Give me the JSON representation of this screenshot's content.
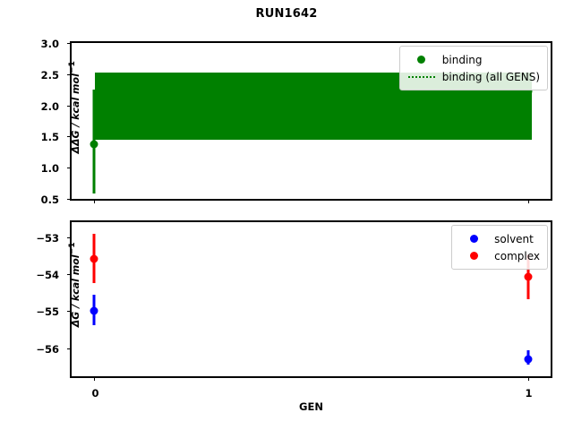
{
  "figure": {
    "title": "RUN1642",
    "xlabel": "GEN",
    "background": "#ffffff"
  },
  "colors": {
    "binding": "#008000",
    "solvent": "#0000ff",
    "complex": "#ff0000",
    "axis": "#000000"
  },
  "top_panel": {
    "ylabel_main": "ΔΔG / kcal mol",
    "ylabel_exp": "−1",
    "yticklabels": [
      "3.0",
      "2.5",
      "2.0",
      "1.5",
      "1.0",
      "0.5"
    ],
    "xticklabels": [
      "0",
      "1"
    ],
    "legend": {
      "items": [
        {
          "label": "binding",
          "marker": "circle",
          "color": "#008000"
        },
        {
          "label": "binding (all GENS)",
          "marker": "dotted-line",
          "color": "#008000"
        }
      ]
    }
  },
  "bottom_panel": {
    "ylabel_main": "ΔG / kcal mol",
    "ylabel_exp": "−1",
    "yticklabels": [
      "−53",
      "−54",
      "−55",
      "−56"
    ],
    "xticklabels": [
      "0",
      "1"
    ],
    "legend": {
      "items": [
        {
          "label": "solvent",
          "marker": "circle",
          "color": "#0000ff"
        },
        {
          "label": "complex",
          "marker": "circle",
          "color": "#ff0000"
        }
      ]
    }
  },
  "chart_data": [
    {
      "type": "scatter",
      "panel": "top",
      "title": "RUN1642",
      "xlabel": "GEN",
      "ylabel": "ΔΔG / kcal mol⁻¹",
      "xlim": [
        -0.05,
        1.05
      ],
      "ylim": [
        0.5,
        3.0
      ],
      "yticks": [
        0.5,
        1.0,
        1.5,
        2.0,
        2.5,
        3.0
      ],
      "xticks": [
        0,
        1
      ],
      "grid": false,
      "legend_position": "upper right",
      "series": [
        {
          "name": "binding",
          "color": "#008000",
          "marker": "o",
          "x": [
            0,
            1
          ],
          "values": [
            1.38,
            2.22
          ],
          "yerr_low": [
            0.8,
            0.0
          ],
          "yerr_high": [
            0.87,
            0.0
          ]
        },
        {
          "name": "binding (all GENS)",
          "color": "#008000",
          "linestyle": "dotted",
          "description": "dense overlay of many dotted horizontal lines spanning all GENS, forming a filled band",
          "band_x": [
            0.02,
            1.0
          ],
          "band_y_low": 1.45,
          "band_y_high": 2.53
        }
      ]
    },
    {
      "type": "scatter",
      "panel": "bottom",
      "xlabel": "GEN",
      "ylabel": "ΔG / kcal mol⁻¹",
      "xlim": [
        -0.05,
        1.05
      ],
      "ylim": [
        -56.75,
        -52.6
      ],
      "yticks": [
        -56,
        -55,
        -54,
        -53
      ],
      "xticks": [
        0,
        1
      ],
      "grid": false,
      "legend_position": "upper right",
      "series": [
        {
          "name": "solvent",
          "color": "#0000ff",
          "marker": "o",
          "x": [
            0,
            1
          ],
          "values": [
            -54.98,
            -56.28
          ],
          "yerr_low": [
            0.4,
            0.17
          ],
          "yerr_high": [
            0.43,
            0.23
          ]
        },
        {
          "name": "complex",
          "color": "#ff0000",
          "marker": "o",
          "x": [
            0,
            1
          ],
          "values": [
            -53.59,
            -54.08
          ],
          "yerr_low": [
            0.65,
            0.59
          ],
          "yerr_high": [
            0.68,
            0.62
          ]
        }
      ]
    }
  ]
}
